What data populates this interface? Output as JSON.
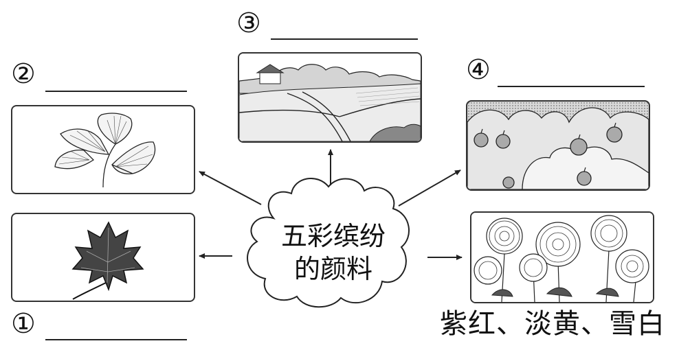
{
  "labels": {
    "n1": "①",
    "n2": "②",
    "n3": "③",
    "n4": "④"
  },
  "center": {
    "line1": "五彩缤纷",
    "line2": "的颜料"
  },
  "answer_box5": "紫红、淡黄、雪白",
  "icons": {
    "box1": "maple-leaf-icon",
    "box2": "ginkgo-leaves-icon",
    "box3": "farmland-icon",
    "box4": "orchard-icon",
    "box5": "chrysanthemum-icon"
  }
}
